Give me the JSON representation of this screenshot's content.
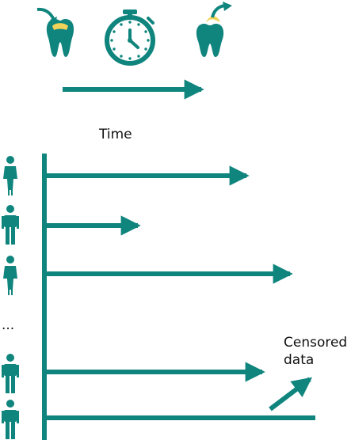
{
  "diagram": {
    "time_label": "Time",
    "ellipsis_label": "...",
    "censored_label": {
      "line1": "Censored",
      "line2": "data"
    },
    "icons": {
      "top_left": "tooth-with-filling-icon",
      "center": "stopwatch-icon",
      "top_right": "tooth-with-lost-filling-icon",
      "participants": [
        "person-female-icon",
        "person-male-icon",
        "person-female-icon",
        "person-male-icon",
        "person-male-icon"
      ]
    },
    "colors": {
      "teal": "#0f857d",
      "filling": "#f2d35a",
      "text": "#111111"
    }
  }
}
